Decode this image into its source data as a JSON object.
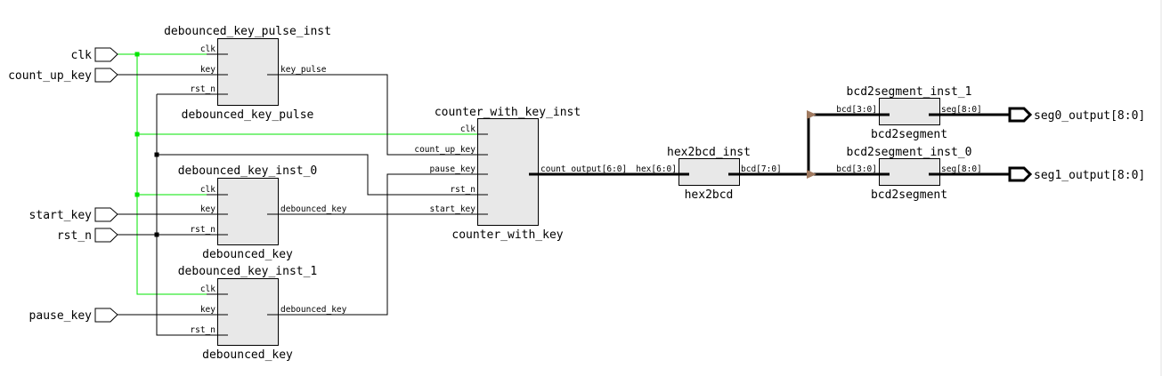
{
  "diagram": {
    "type": "rtl-schematic",
    "colors": {
      "clock_net": "#00e600",
      "net": "#000000",
      "cell_fill": "#e8e8e8",
      "bus_ripper": "#a07a60",
      "background": "#ffffff"
    },
    "input_ports": [
      {
        "name": "clk"
      },
      {
        "name": "count_up_key"
      },
      {
        "name": "start_key"
      },
      {
        "name": "rst_n"
      },
      {
        "name": "pause_key"
      }
    ],
    "output_ports": [
      {
        "name": "seg0_output[8:0]"
      },
      {
        "name": "seg1_output[8:0]"
      }
    ],
    "cells": {
      "pulse": {
        "instance": "debounced_key_pulse_inst",
        "module": "debounced_key_pulse",
        "inputs": [
          "clk",
          "key",
          "rst_n"
        ],
        "output": "key_pulse"
      },
      "key0": {
        "instance": "debounced_key_inst_0",
        "module": "debounced_key",
        "inputs": [
          "clk",
          "key",
          "rst_n"
        ],
        "output": "debounced_key"
      },
      "key1": {
        "instance": "debounced_key_inst_1",
        "module": "debounced_key",
        "inputs": [
          "clk",
          "key",
          "rst_n"
        ],
        "output": "debounced_key"
      },
      "counter": {
        "instance": "counter_with_key_inst",
        "module": "counter_with_key",
        "inputs": [
          "clk",
          "count_up_key",
          "pause_key",
          "rst_n",
          "start_key"
        ],
        "output": "count_output[6:0]"
      },
      "hex2bcd": {
        "instance": "hex2bcd_inst",
        "module": "hex2bcd",
        "inputs": [
          "hex[6:0]"
        ],
        "output": "bcd[7:0]"
      },
      "seg1": {
        "instance": "bcd2segment_inst_1",
        "module": "bcd2segment",
        "inputs": [
          "bcd[3:0]"
        ],
        "output": "seg[8:0]"
      },
      "seg0": {
        "instance": "bcd2segment_inst_0",
        "module": "bcd2segment",
        "inputs": [
          "bcd[3:0]"
        ],
        "output": "seg[8:0]"
      }
    }
  }
}
